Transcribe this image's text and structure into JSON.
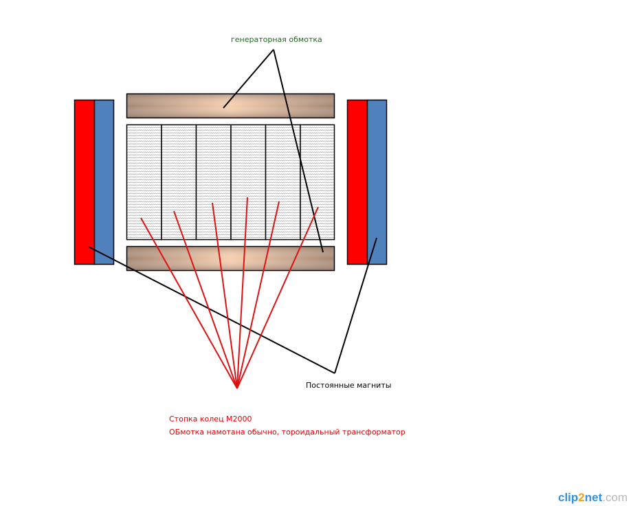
{
  "labels": {
    "generator_winding": "генераторная обмотка",
    "permanent_magnets": "Постоянные магниты",
    "ring_stack": "Стопка колец М2000",
    "winding_note": "ОБмотка намотана обычно, тороидальный трансформатор"
  },
  "watermark": {
    "part1": "clip",
    "part2": "2",
    "part3": "net",
    "part4": ".com"
  },
  "colors": {
    "magnet_red": "#ff0000",
    "magnet_blue": "#4f81bd",
    "green_label": "#1e6b1e",
    "red_label": "#e00000",
    "red_lines": "#dd1111"
  }
}
